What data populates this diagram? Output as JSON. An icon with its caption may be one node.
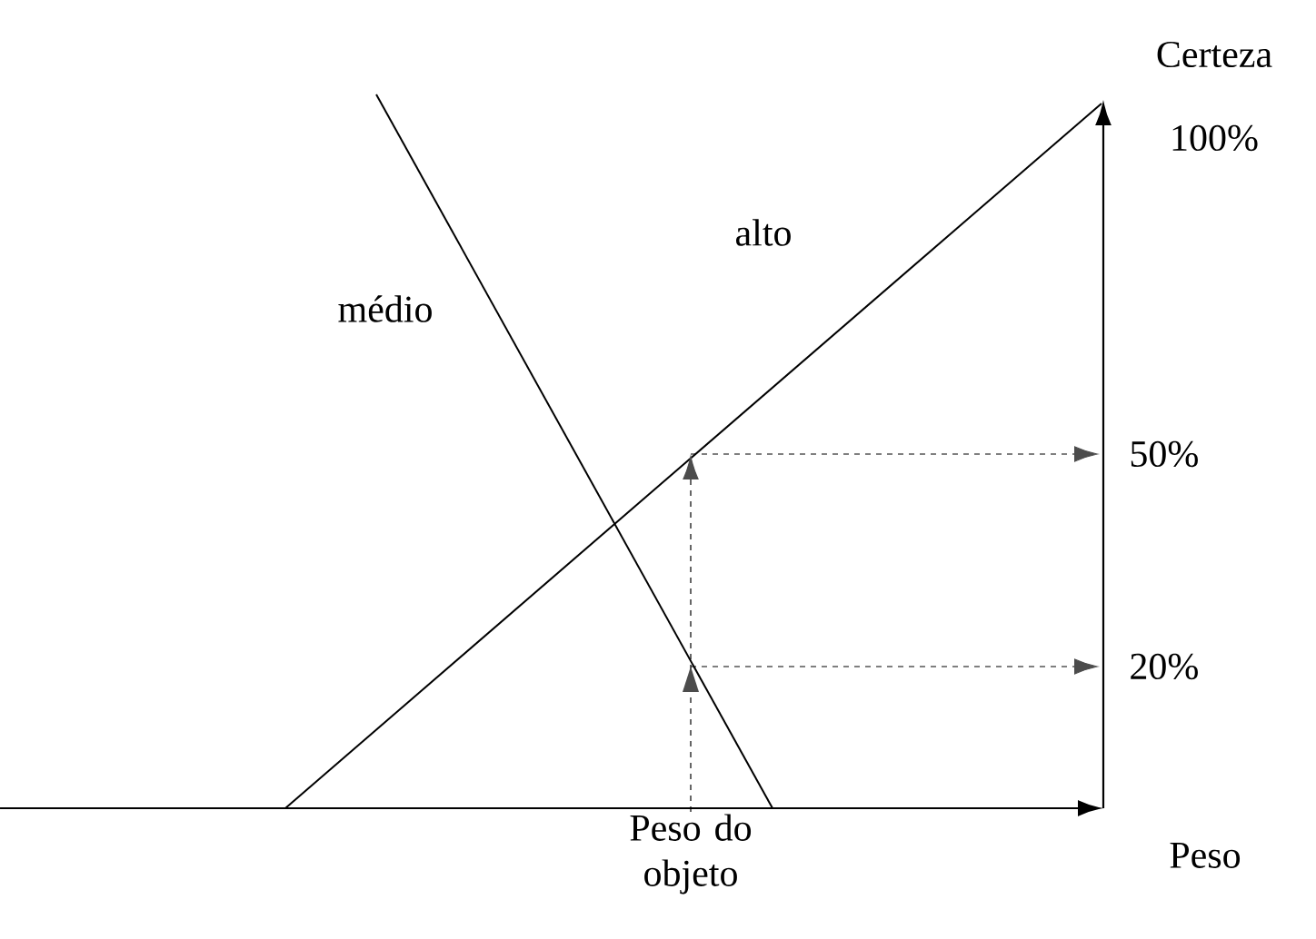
{
  "diagram": {
    "nodes": [
      {
        "text": [
          "Peso do objeto"
        ]
      },
      {
        "text": [
          "20%"
        ]
      },
      {
        "text": [
          "50%"
        ]
      }
    ],
    "edges": [
      {
        "from": 0,
        "to": null,
        "arrow": "to",
        "style": "dashed"
      },
      {
        "from": null,
        "to": 1,
        "arrow": "to",
        "style": "dashed"
      },
      {
        "from": null,
        "to": 2,
        "arrow": "to",
        "style": "dashed"
      }
    ],
    "labels": [
      "Certeza",
      "100%",
      "alto",
      "médio",
      "Peso"
    ]
  }
}
